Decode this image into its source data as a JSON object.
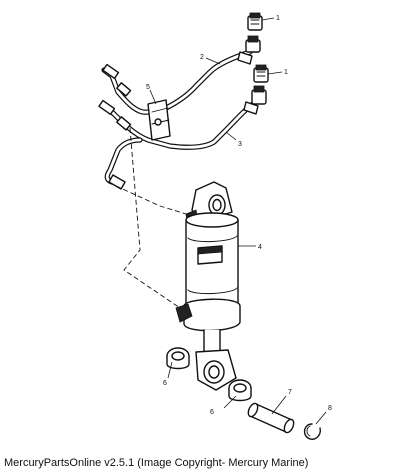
{
  "callouts": {
    "c1a": "1",
    "c1b": "1",
    "c2": "2",
    "c3": "3",
    "c4": "4",
    "c5": "5",
    "c6a": "6",
    "c6b": "6",
    "c7": "7",
    "c8": "8"
  },
  "footer": "MercuryPartsOnline v2.5.1 (Image Copyright- Mercury Marine)"
}
